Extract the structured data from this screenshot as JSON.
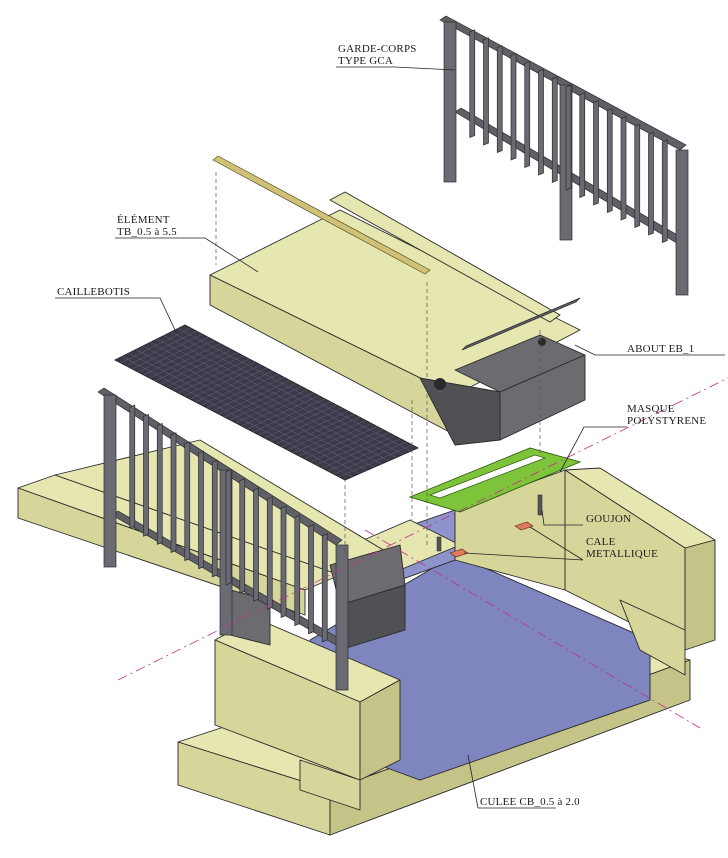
{
  "labels": {
    "garde_corps": [
      "GARDE-CORPS",
      "TYPE GCA"
    ],
    "element": [
      "ÉLÉMENT",
      "TB_0.5 à 5.5"
    ],
    "caillebotis": [
      "CAILLEBOTIS"
    ],
    "about": [
      "ABOUT EB_1"
    ],
    "masque": [
      "MASQUE",
      "POLYSTYRENE"
    ],
    "goujon": [
      "GOUJON"
    ],
    "cale": [
      "CALE",
      "METALLIQUE"
    ],
    "culee": [
      "CULEE CB_0.5 à 2.0"
    ]
  },
  "colors": {
    "concrete_light": "#e6e6b0",
    "concrete_mid": "#d6d69a",
    "concrete_dark": "#c4c488",
    "steel": "#5f5f66",
    "grating": "#3a3a48",
    "polystyrene": "#7ec43a",
    "void_blue": "#7f86bf",
    "cale": "#e07a5a",
    "axis_line": "#c0308a"
  }
}
